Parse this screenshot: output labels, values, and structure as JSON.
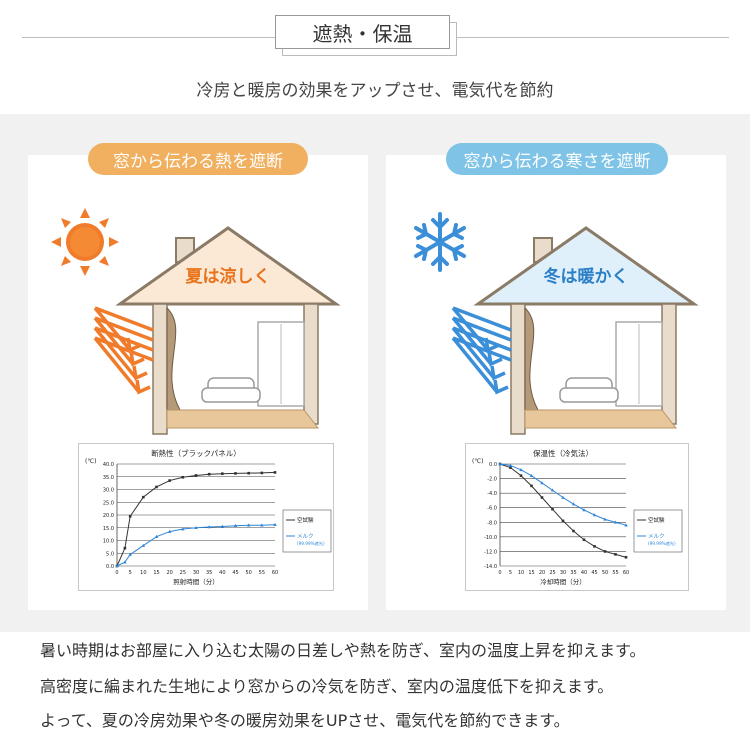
{
  "header": {
    "title": "遮熱・保温",
    "subtitle": "冷房と暖房の効果をアップさせ、電気代を節約"
  },
  "left_panel": {
    "pill_label": "窓から伝わる熱を遮断",
    "pill_color": "#f0b060",
    "house_label": "夏は涼しく",
    "house_label_color": "#e8731a",
    "arrow_color": "#f07b2a",
    "icon": "sun-icon"
  },
  "right_panel": {
    "pill_label": "窓から伝わる寒さを遮断",
    "pill_color": "#7fc4e6",
    "house_label": "冬は暖かく",
    "house_label_color": "#2a7fc7",
    "arrow_color": "#3b8fd8",
    "icon": "snowflake-icon"
  },
  "chart_data": [
    {
      "type": "line",
      "title": "断熱性（ブラックパネル）",
      "xlabel": "照射時間（分）",
      "ylabel": "(℃)",
      "xlim": [
        0,
        60
      ],
      "ylim": [
        0,
        40
      ],
      "x_ticks": [
        "0",
        "5",
        "10",
        "15",
        "20",
        "25",
        "30",
        "35",
        "40",
        "45",
        "50",
        "55",
        "60"
      ],
      "y_ticks": [
        "0.0",
        "5.0",
        "10.0",
        "15.0",
        "20.0",
        "25.0",
        "30.0",
        "35.0",
        "40.0"
      ],
      "legend_position": "right",
      "series": [
        {
          "name": "空試験",
          "color": "#333333",
          "marker": "square",
          "x": [
            0,
            3,
            5,
            10,
            15,
            20,
            25,
            30,
            35,
            40,
            45,
            50,
            55,
            60
          ],
          "y": [
            0,
            7,
            19.5,
            27,
            31,
            33.5,
            34.8,
            35.5,
            36,
            36.2,
            36.3,
            36.4,
            36.5,
            36.7
          ]
        },
        {
          "name": "メルク",
          "note": "(99.99%遮光)",
          "color": "#2f86d8",
          "marker": "triangle",
          "x": [
            0,
            3,
            5,
            10,
            15,
            20,
            25,
            30,
            35,
            40,
            45,
            50,
            55,
            60
          ],
          "y": [
            0,
            1.5,
            4.5,
            8,
            11.5,
            13.5,
            14.5,
            15,
            15.3,
            15.5,
            15.8,
            16,
            16,
            16.2
          ]
        }
      ]
    },
    {
      "type": "line",
      "title": "保温性（冷気法）",
      "xlabel": "冷却時間（分）",
      "ylabel": "(℃)",
      "xlim": [
        0,
        60
      ],
      "ylim": [
        -14,
        0
      ],
      "x_ticks": [
        "0",
        "5",
        "10",
        "15",
        "20",
        "25",
        "30",
        "35",
        "40",
        "45",
        "50",
        "55",
        "60"
      ],
      "y_ticks": [
        "0.0",
        "-2.0",
        "-4.0",
        "-6.0",
        "-8.0",
        "-10.0",
        "-12.0",
        "-14.0"
      ],
      "legend_position": "right",
      "series": [
        {
          "name": "空試験",
          "color": "#333333",
          "marker": "square",
          "x": [
            0,
            5,
            10,
            15,
            20,
            25,
            30,
            35,
            40,
            45,
            50,
            55,
            60
          ],
          "y": [
            0,
            -0.5,
            -1.6,
            -3,
            -4.6,
            -6.2,
            -7.8,
            -9.2,
            -10.4,
            -11.3,
            -12,
            -12.4,
            -12.8
          ]
        },
        {
          "name": "メルク",
          "note": "(99.99%遮光)",
          "color": "#2f86d8",
          "marker": "triangle",
          "x": [
            0,
            5,
            10,
            15,
            20,
            25,
            30,
            35,
            40,
            45,
            50,
            55,
            60
          ],
          "y": [
            0,
            -0.2,
            -0.8,
            -1.6,
            -2.6,
            -3.6,
            -4.6,
            -5.5,
            -6.3,
            -7,
            -7.6,
            -8,
            -8.4
          ]
        }
      ]
    }
  ],
  "bottom_text": [
    "暑い時期はお部屋に入り込む太陽の日差しや熱を防ぎ、室内の温度上昇を抑えます。",
    "高密度に編まれた生地により窓からの冷気を防ぎ、室内の温度低下を抑えます。",
    "よって、夏の冷房効果や冬の暖房効果をUPさせ、電気代を節約できます。"
  ]
}
